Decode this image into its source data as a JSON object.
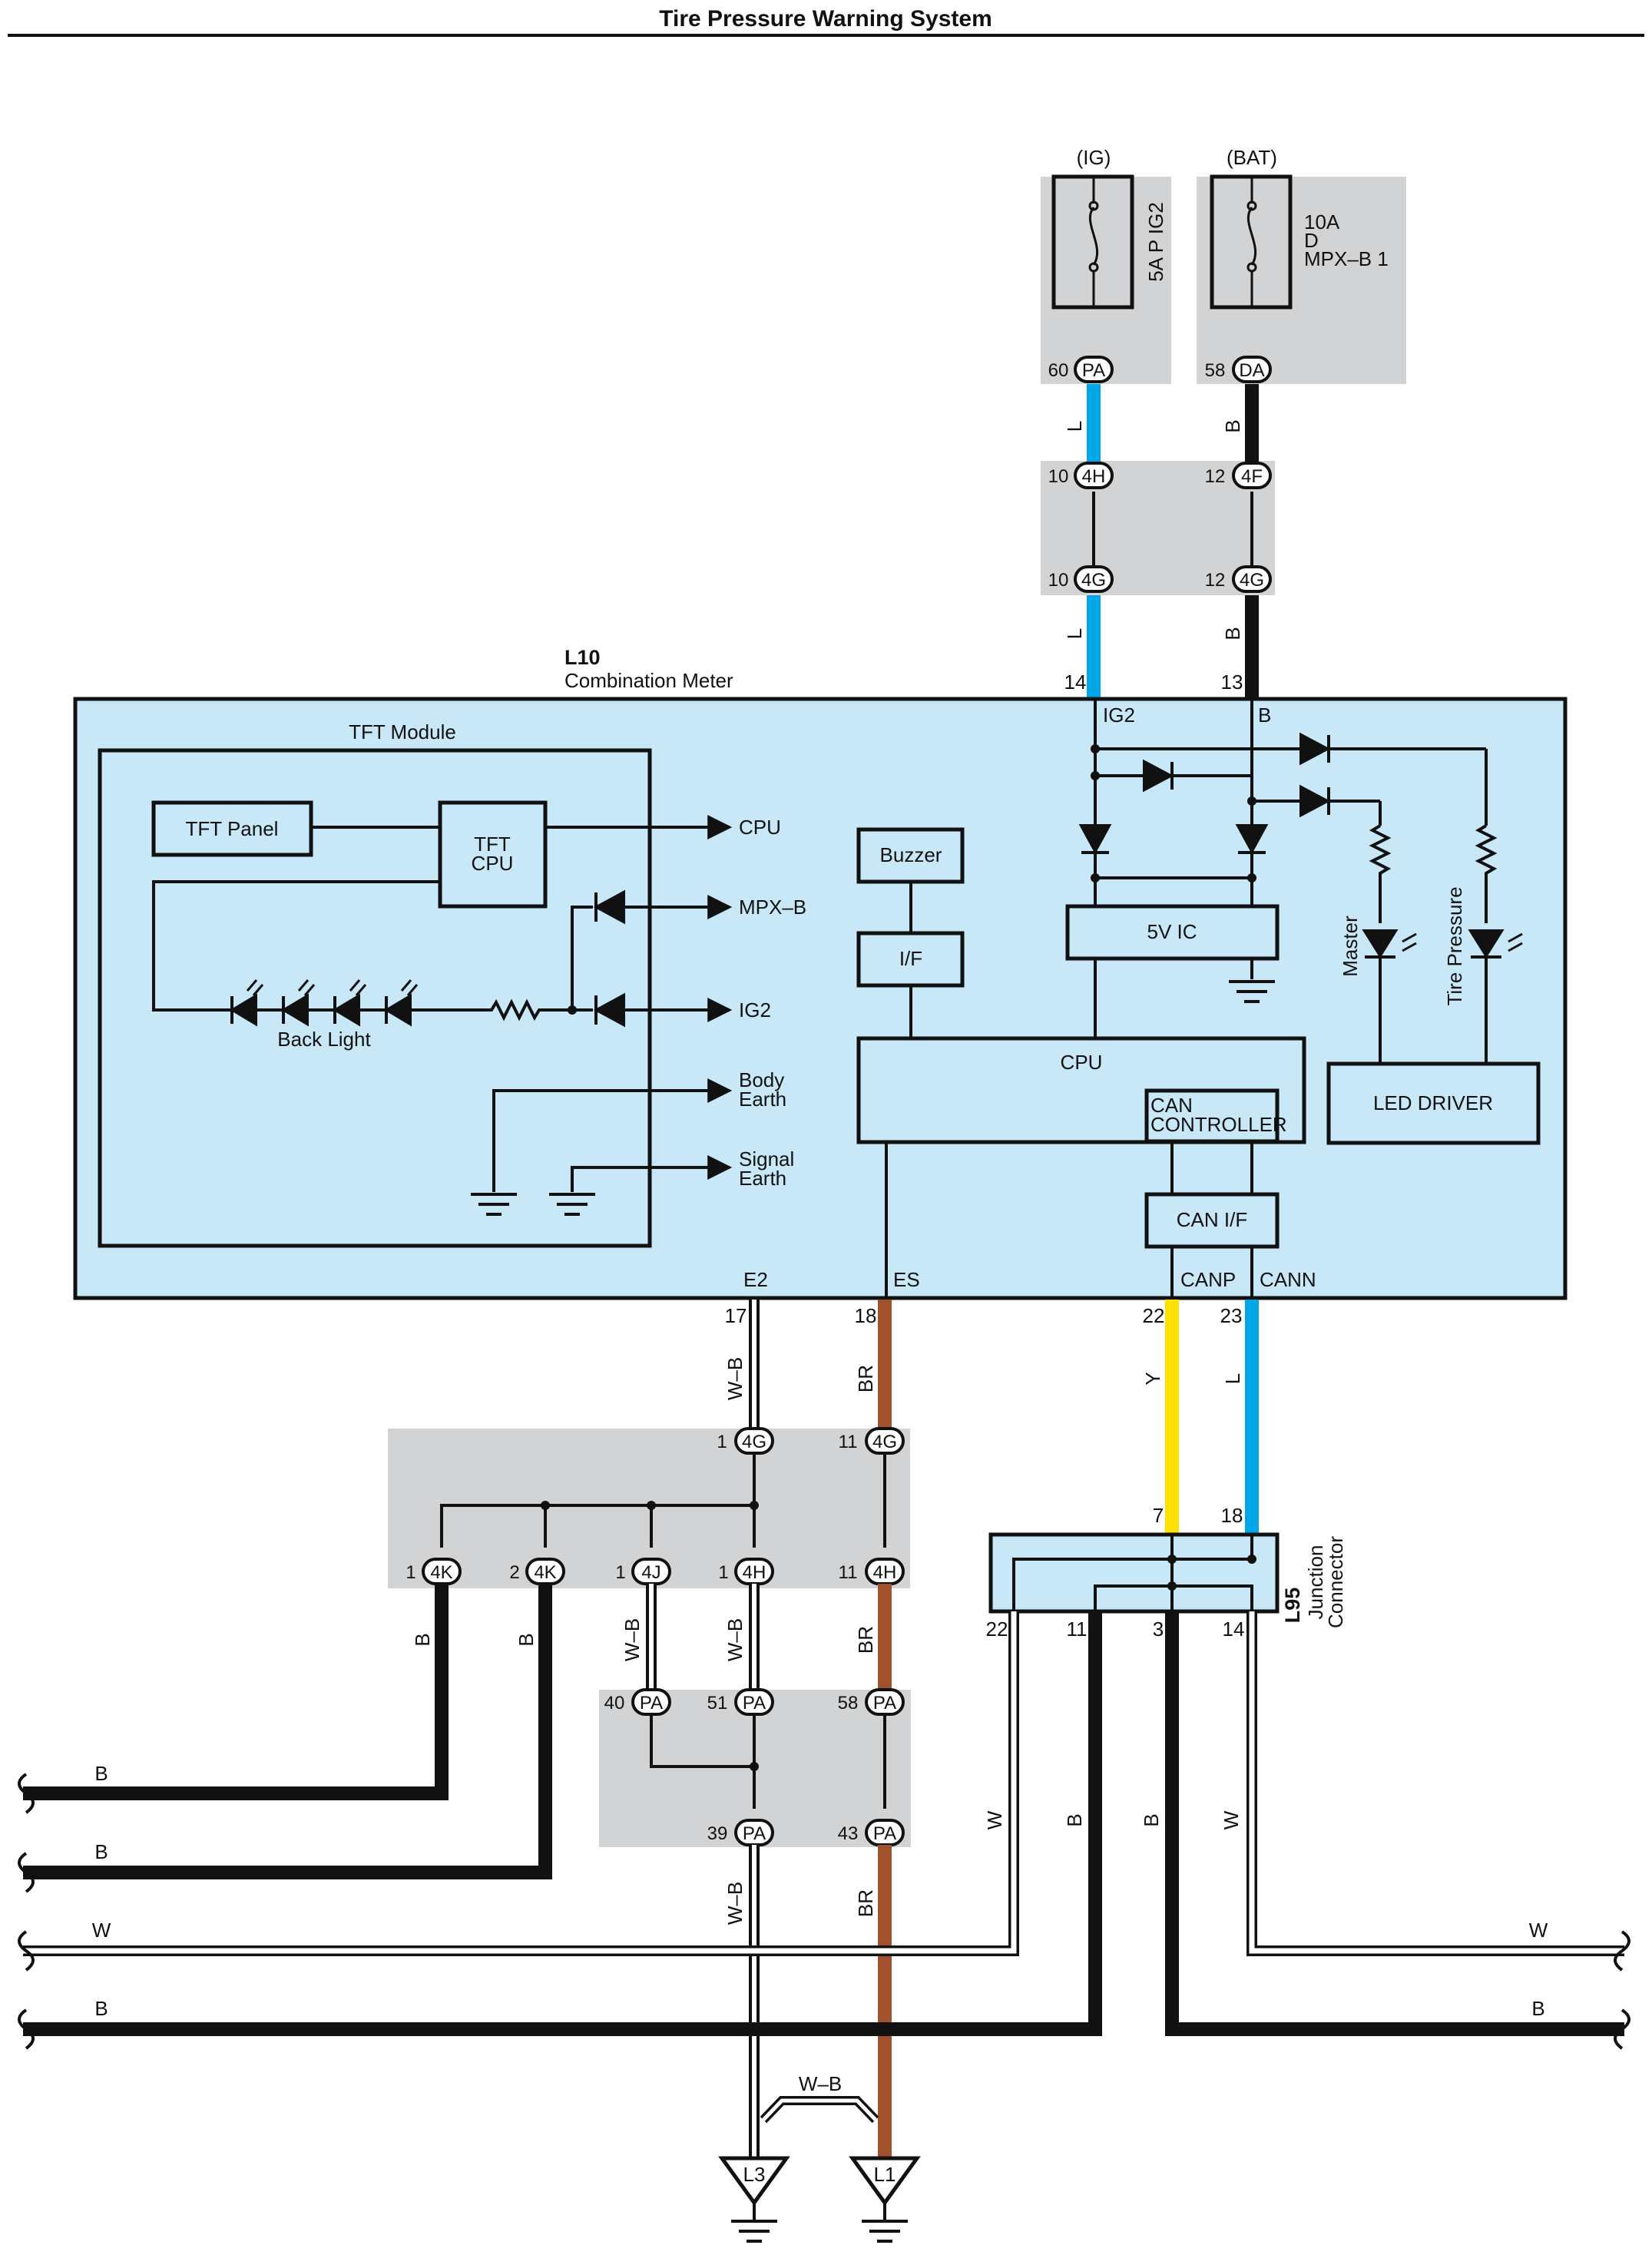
{
  "title": "Tire Pressure Warning System",
  "colors": {
    "module_fill": "#c8e8f8",
    "shade": "#d2d3d5",
    "wire_L": "#00a6e6",
    "wire_B": "#111111",
    "wire_BR": "#a0522d",
    "wire_Y": "#ffe000",
    "wire_W": "#ffffff"
  },
  "power": {
    "ig_label": "(IG)",
    "bat_label": "(BAT)",
    "fuse1_name": "5A P IG2",
    "fuse2_line1": "10A",
    "fuse2_line2": "D",
    "fuse2_line3": "MPX–B 1"
  },
  "connectors": {
    "pa60": {
      "pin": "60",
      "code": "PA"
    },
    "da58": {
      "pin": "58",
      "code": "DA"
    },
    "h4_10": {
      "pin": "10",
      "code": "4H"
    },
    "f4_12": {
      "pin": "12",
      "code": "4F"
    },
    "g4_10": {
      "pin": "10",
      "code": "4G"
    },
    "g4_12": {
      "pin": "12",
      "code": "4G"
    },
    "g4_1": {
      "pin": "1",
      "code": "4G"
    },
    "g4_11": {
      "pin": "11",
      "code": "4G"
    },
    "k4_1": {
      "pin": "1",
      "code": "4K"
    },
    "k4_2": {
      "pin": "2",
      "code": "4K"
    },
    "j4_1": {
      "pin": "1",
      "code": "4J"
    },
    "h4_1": {
      "pin": "1",
      "code": "4H"
    },
    "h4_11": {
      "pin": "11",
      "code": "4H"
    },
    "pa40": {
      "pin": "40",
      "code": "PA"
    },
    "pa51": {
      "pin": "51",
      "code": "PA"
    },
    "pa58": {
      "pin": "58",
      "code": "PA"
    },
    "pa39": {
      "pin": "39",
      "code": "PA"
    },
    "pa43": {
      "pin": "43",
      "code": "PA"
    }
  },
  "meter": {
    "id": "L10",
    "name": "Combination Meter",
    "pin_ig2": "14",
    "pin_b": "13",
    "term_ig2": "IG2",
    "term_b": "B",
    "pin_e2": "17",
    "pin_es": "18",
    "pin_canp": "22",
    "pin_cann": "23",
    "term_e2": "E2",
    "term_es": "ES",
    "term_canp": "CANP",
    "term_cann": "CANN"
  },
  "tft": {
    "module": "TFT Module",
    "panel": "TFT Panel",
    "cpu_line1": "TFT",
    "cpu_line2": "CPU",
    "backlight": "Back Light",
    "out_cpu": "CPU",
    "out_mpxb": "MPX–B",
    "out_ig2": "IG2",
    "out_body1": "Body",
    "out_body2": "Earth",
    "out_signal1": "Signal",
    "out_signal2": "Earth"
  },
  "blocks": {
    "buzzer": "Buzzer",
    "if": "I/F",
    "cpu": "CPU",
    "can_controller1": "CAN",
    "can_controller2": "CONTROLLER",
    "can_if": "CAN I/F",
    "ic5v": "5V IC",
    "led_driver": "LED DRIVER",
    "master": "Master",
    "tire_pressure": "Tire Pressure"
  },
  "wires": {
    "L": "L",
    "B": "B",
    "WB": "W–B",
    "BR": "BR",
    "Y": "Y",
    "W": "W"
  },
  "junction": {
    "id": "L95",
    "name1": "Junction",
    "name2": "Connector",
    "pin7": "7",
    "pin18": "18",
    "pin22": "22",
    "pin11": "11",
    "pin3": "3",
    "pin14": "14"
  },
  "grounds": {
    "l3": "L3",
    "l1": "L1",
    "wb_link": "W–B"
  }
}
